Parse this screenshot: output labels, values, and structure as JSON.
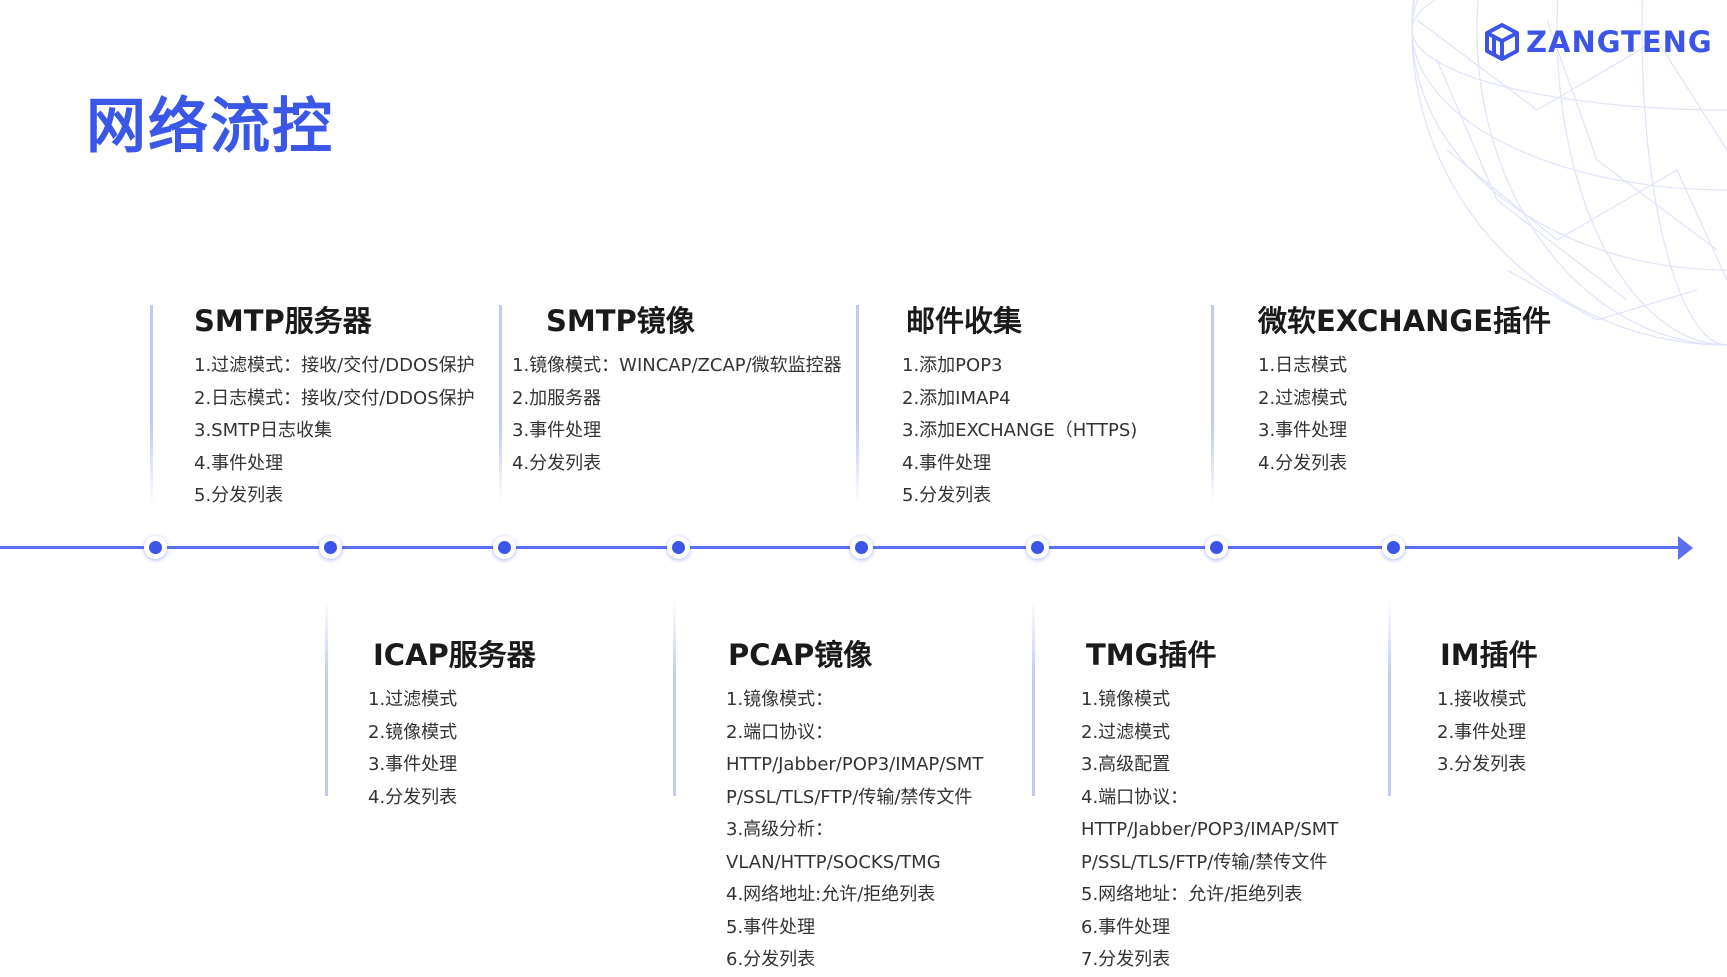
{
  "header": {
    "title": "网络流控",
    "logo_text": "ZANGTENG",
    "logo_icon": "cube-icon"
  },
  "colors": {
    "accent": "#3b57e8",
    "timeline": "#5b6ff0",
    "divider": "#c0c9f8",
    "text": "#333333",
    "heading": "#1a1a1a"
  },
  "timeline": {
    "top": [
      {
        "title": "SMTP服务器",
        "items": [
          "1.过滤模式：接收/交付/DDOS保护",
          "2.日志模式：接收/交付/DDOS保护",
          "3.SMTP日志收集",
          "4.事件处理",
          "5.分发列表"
        ]
      },
      {
        "title": "SMTP镜像",
        "items": [
          "1.镜像模式：WINCAP/ZCAP/微软监控器",
          "2.加服务器",
          "3.事件处理",
          "4.分发列表"
        ]
      },
      {
        "title": "邮件收集",
        "items": [
          "1.添加POP3",
          "2.添加IMAP4",
          "3.添加EXCHANGE（HTTPS)",
          "4.事件处理",
          "5.分发列表"
        ]
      },
      {
        "title": "微软EXCHANGE插件",
        "items": [
          "1.日志模式",
          "2.过滤模式",
          "3.事件处理",
          "4.分发列表"
        ]
      }
    ],
    "bottom": [
      {
        "title": "ICAP服务器",
        "items": [
          "1.过滤模式",
          "2.镜像模式",
          "3.事件处理",
          "4.分发列表"
        ]
      },
      {
        "title": "PCAP镜像",
        "items": [
          "1.镜像模式：",
          "2.端口协议：",
          "HTTP/Jabber/POP3/IMAP/SMT",
          "P/SSL/TLS/FTP/传输/禁传文件",
          "3.高级分析：",
          "VLAN/HTTP/SOCKS/TMG",
          "4.网络地址:允许/拒绝列表",
          "5.事件处理",
          "6.分发列表"
        ]
      },
      {
        "title": "TMG插件",
        "items": [
          "1.镜像模式",
          "2.过滤模式",
          "3.高级配置",
          "4.端口协议：",
          "HTTP/Jabber/POP3/IMAP/SMT",
          "P/SSL/TLS/FTP/传输/禁传文件",
          "5.网络地址：允许/拒绝列表",
          "6.事件处理",
          "7.分发列表"
        ]
      },
      {
        "title": "IM插件",
        "items": [
          "1.接收模式",
          "2.事件处理",
          "3.分发列表"
        ]
      }
    ]
  }
}
